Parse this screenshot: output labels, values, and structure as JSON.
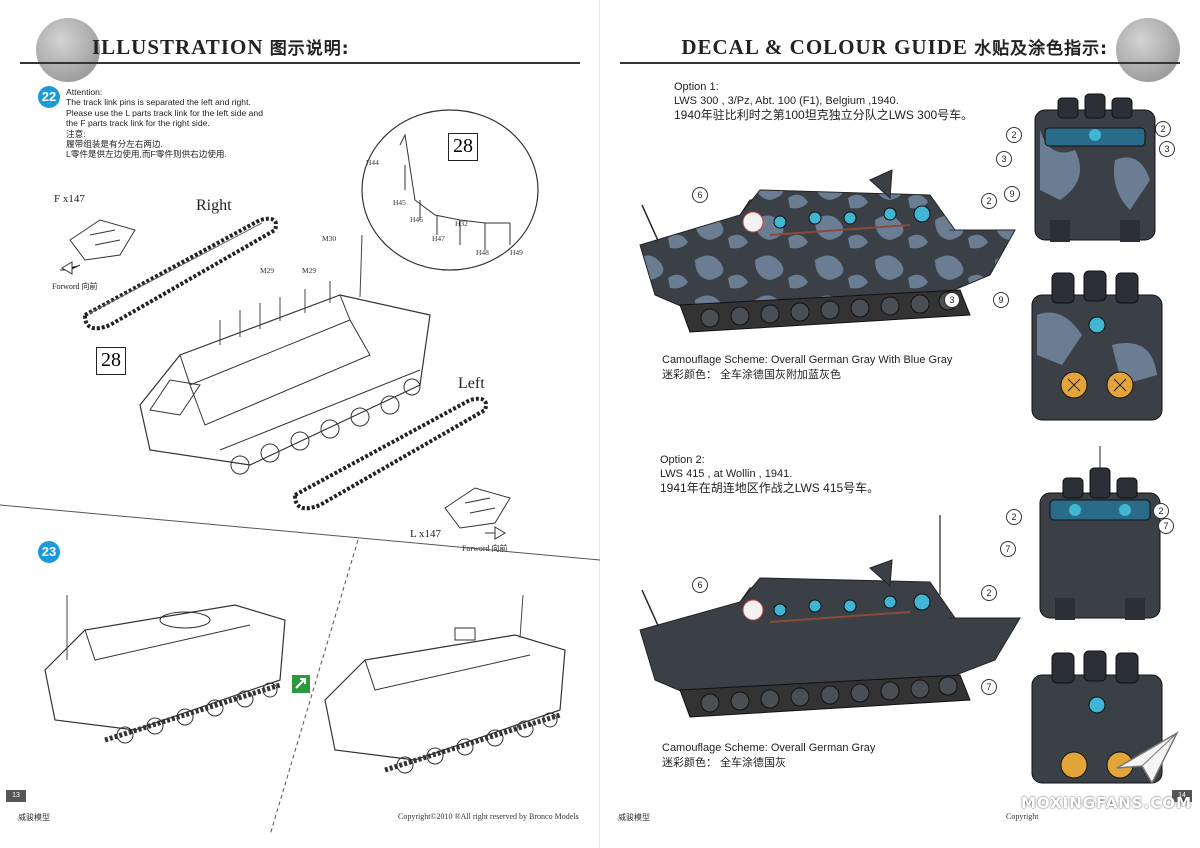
{
  "left_page": {
    "header_title": "ILLUSTRATION",
    "header_cn": "图示说明:",
    "step22": {
      "number": "22",
      "attention": [
        "Attention:",
        "The track link pins is separated the left and right.",
        "Please use the L parts track link for the left side and",
        "the F parts track link for the right side.",
        "注意:",
        "履带组装是有分左右两边.",
        "L零件是供左边使用,而F零件则供右边使用."
      ],
      "label_right": "Right",
      "label_left": "Left",
      "f_count": "F x147",
      "l_count": "L x147",
      "forword_1": "Forword 向前",
      "forword_2": "Forword 向前",
      "box28_a": "28",
      "box28_b": "28",
      "parts": [
        "H44",
        "H45",
        "H46",
        "H47",
        "H32",
        "H48",
        "H49",
        "M30",
        "M29",
        "M29"
      ]
    },
    "step23": {
      "number": "23"
    },
    "page_number": "13",
    "footer_left": "威骏模型",
    "footer_right": "Copyright©2010 ®All right reserved by Bronco Models"
  },
  "right_page": {
    "header_title": "DECAL & COLOUR GUIDE",
    "header_cn": "水贴及涂色指示:",
    "option1": {
      "lines": [
        "Option 1:",
        "LWS 300 , 3/Pz, Abt. 100 (F1), Belgium ,1940.",
        "1940年驻比利时之第100坦克独立分队之LWS 300号车。"
      ],
      "camo": [
        "Camouflage Scheme: Overall German Gray With Blue Gray",
        "迷彩颜色： 全车涂德国灰附加蓝灰色"
      ],
      "callouts": [
        "6",
        "2",
        "3",
        "9",
        "2",
        "2",
        "3",
        "3",
        "9"
      ]
    },
    "option2": {
      "lines": [
        "Option 2:",
        "LWS 415 , at Wollin , 1941.",
        "1941年在胡连地区作战之LWS 415号车。"
      ],
      "camo": [
        "Camouflage Scheme: Overall German Gray",
        "迷彩颜色： 全车涂德国灰"
      ],
      "callouts": [
        "6",
        "2",
        "7",
        "2",
        "2",
        "7",
        "7"
      ]
    },
    "page_number": "14",
    "footer_left": "威骏模型",
    "footer_right": "Copyright",
    "watermark": "MOXINGFANS.COM"
  },
  "colors": {
    "german_gray": "#3b4047",
    "blue_gray": "#6b7d92",
    "badge_blue": "#1a9ad8",
    "propeller_yellow": "#e3a53a"
  }
}
